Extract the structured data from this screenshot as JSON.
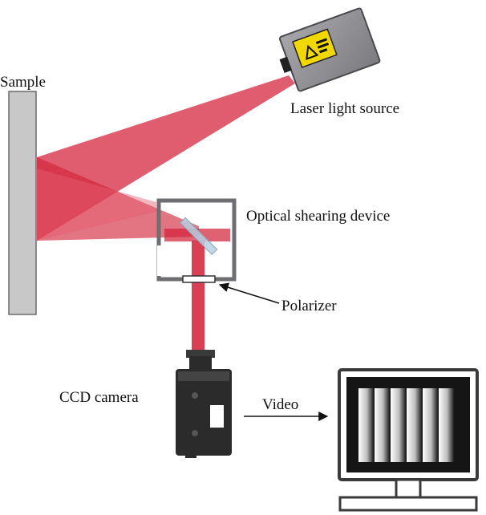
{
  "labels": {
    "sample": "Sample",
    "laser": "Laser light source",
    "shearing": "Optical shearing device",
    "polarizer": "Polarizer",
    "camera": "CCD camera",
    "video": "Video"
  },
  "colors": {
    "beam": "#d21f36",
    "beam_light": "#e46070",
    "sample_fill": "#c8c8c8",
    "laser_body": "#8a8a8e",
    "warning_label": "#f0d800",
    "device_frame": "#6e6e72",
    "camera_body": "#2b2b2b",
    "monitor_frame": "#3a3a3a"
  },
  "icons": {
    "laser_warning": "laser-warning-icon"
  }
}
